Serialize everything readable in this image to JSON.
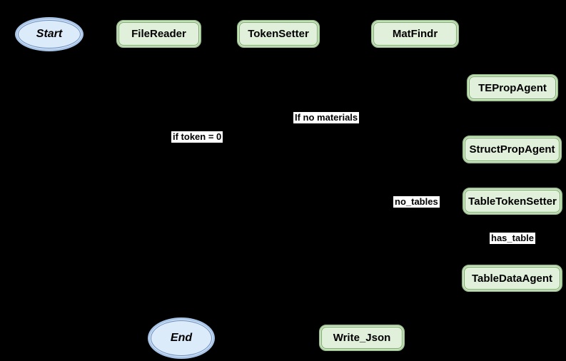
{
  "diagram": {
    "type": "flowchart",
    "background_color": "#000000",
    "colors": {
      "process_fill": "#e1f0da",
      "process_border_outer": "#a6c999",
      "process_border_inner": "#79aa67",
      "terminal_fill": "#dcebfa",
      "terminal_border_outer": "#a9c5e8",
      "terminal_border_inner": "#6c8ebf",
      "edge_label_bg": "#ffffff",
      "text_color": "#000000"
    },
    "nodes": {
      "start": {
        "label": "Start",
        "shape": "ellipse"
      },
      "file_reader": {
        "label": "FileReader",
        "shape": "rounded-rect"
      },
      "token_setter": {
        "label": "TokenSetter",
        "shape": "rounded-rect"
      },
      "mat_findr": {
        "label": "MatFindr",
        "shape": "rounded-rect"
      },
      "te_prop_agent": {
        "label": "TEPropAgent",
        "shape": "rounded-rect"
      },
      "struct_prop_agent": {
        "label": "StructPropAgent",
        "shape": "rounded-rect"
      },
      "table_token_setter": {
        "label": "TableTokenSetter",
        "shape": "rounded-rect"
      },
      "table_data_agent": {
        "label": "TableDataAgent",
        "shape": "rounded-rect"
      },
      "write_json": {
        "label": "Write_Json",
        "shape": "rounded-rect"
      },
      "end": {
        "label": "End",
        "shape": "ellipse"
      }
    },
    "edge_labels": {
      "if_no_materials": "If no materials",
      "if_token_0": "if token = 0",
      "no_tables": "no_tables",
      "has_table": "has_table"
    }
  }
}
